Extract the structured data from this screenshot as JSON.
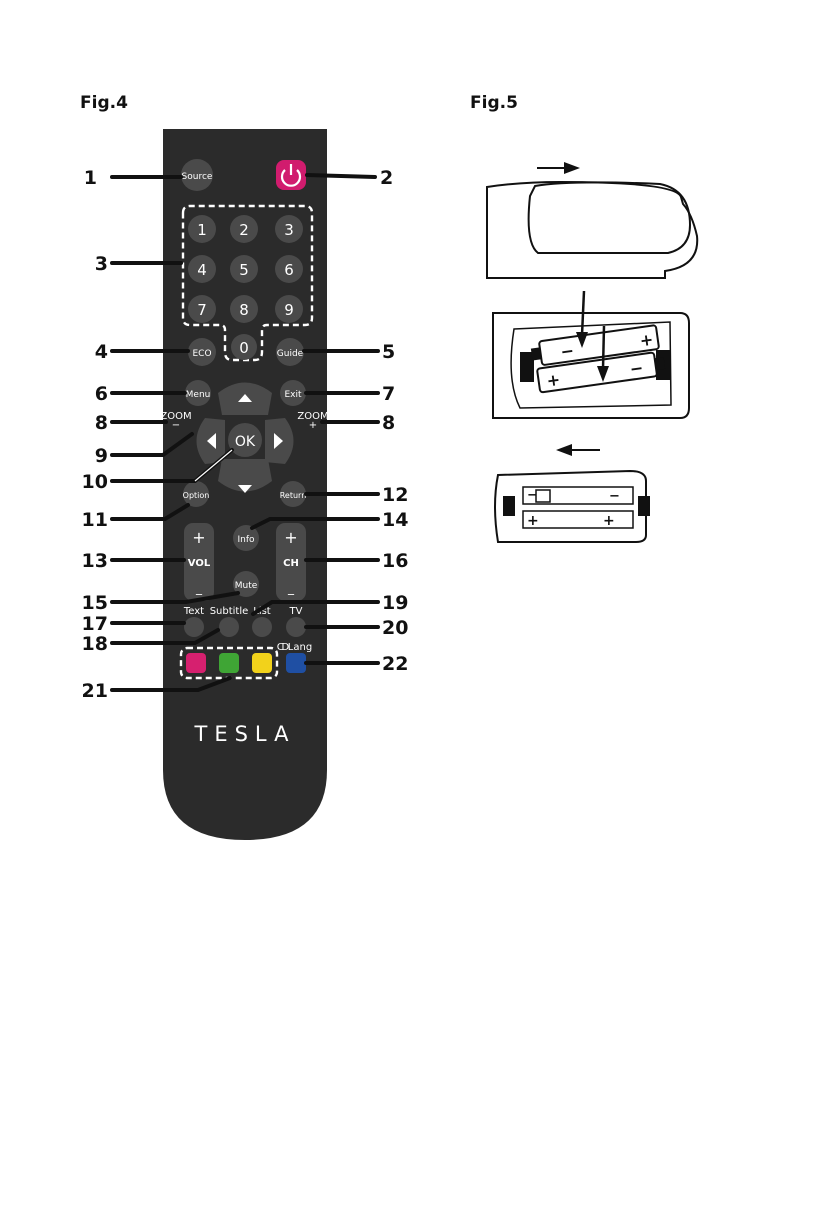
{
  "figures": {
    "fig4": "Fig.4",
    "fig5": "Fig.5"
  },
  "remote": {
    "buttons": {
      "source": "Source",
      "digits": [
        "1",
        "2",
        "3",
        "4",
        "5",
        "6",
        "7",
        "8",
        "9",
        "0"
      ],
      "eco": "ECO",
      "guide": "Guide",
      "menu": "Menu",
      "exit": "Exit",
      "ok": "OK",
      "option": "Option",
      "return": "Return",
      "info": "Info",
      "mute": "Mute",
      "vol": "VOL",
      "ch": "CH",
      "plus": "+",
      "minus": "_",
      "zoom_label": "ZOOM",
      "zoom_minus": "−",
      "zoom_plus": "+",
      "text": "Text",
      "subtitle": "Subtitle",
      "list": "List",
      "tv": "TV",
      "lang": "Lang",
      "lang_icon": "ↀ"
    },
    "color_keys": [
      "#d6206f",
      "#3fa535",
      "#f2d21b",
      "#1f4fa3"
    ],
    "power_color": "#d11c6e",
    "body_color": "#2b2b2b",
    "button_color": "#4a4a4a",
    "logo": "TESLA",
    "callouts": [
      "1",
      "2",
      "3",
      "4",
      "5",
      "6",
      "7",
      "8",
      "8",
      "9",
      "10",
      "11",
      "12",
      "13",
      "14",
      "15",
      "16",
      "17",
      "18",
      "19",
      "20",
      "21",
      "22"
    ]
  },
  "battery": {
    "plus": "+",
    "minus": "−"
  }
}
